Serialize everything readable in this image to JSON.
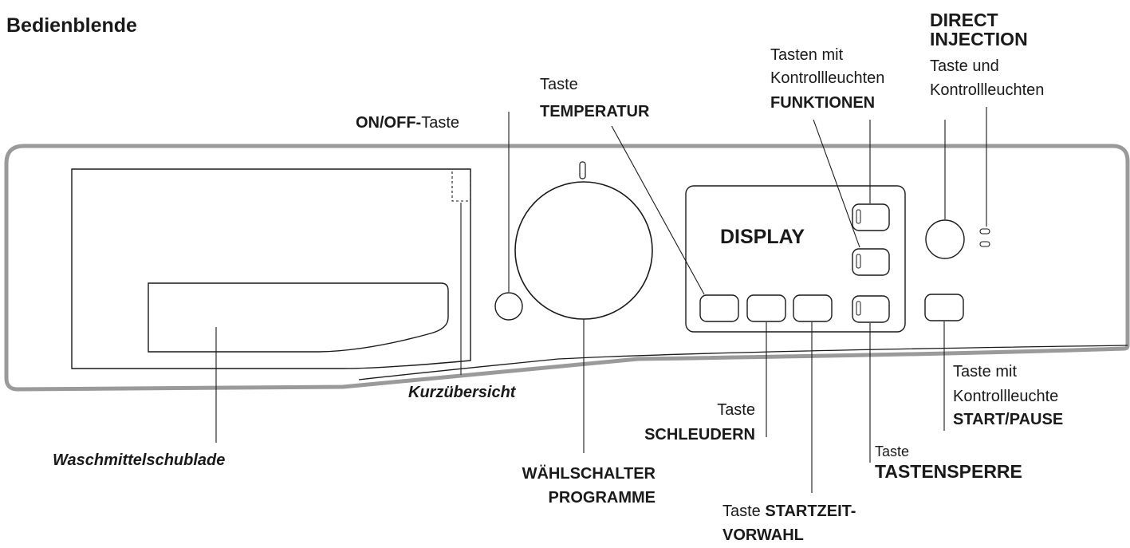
{
  "title": "Bedienblende",
  "display_label": "DISPLAY",
  "labels": {
    "on_off_bold": "ON/OFF-",
    "on_off_plain": "Taste",
    "temperatur_line1": "Taste",
    "temperatur_line2": "TEMPERATUR",
    "funktionen_line1": "Tasten mit",
    "funktionen_line2": "Kontrollleuchten",
    "funktionen_line3": "FUNKTIONEN",
    "direct_line1": "DIRECT",
    "direct_line2": "INJECTION",
    "direct_line3": "Taste und",
    "direct_line4": "Kontrollleuchten",
    "kurzuebersicht": "Kurzübersicht",
    "waschmittel": "Waschmittelschublade",
    "schleudern_line1": "Taste",
    "schleudern_line2": "SCHLEUDERN",
    "waehlschalter_line1": "WÄHLSCHALTER",
    "waehlschalter_line2": "PROGRAMME",
    "startzeit_plain": "Taste",
    "startzeit_bold": "STARTZEIT-",
    "startzeit_line2": "VORWAHL",
    "tastensperre_line1": "Taste",
    "tastensperre_line2": "TASTENSPERRE",
    "startpause_line1": "Taste mit",
    "startpause_line2": "Kontrollleuchte",
    "startpause_line3": "START/PAUSE"
  }
}
